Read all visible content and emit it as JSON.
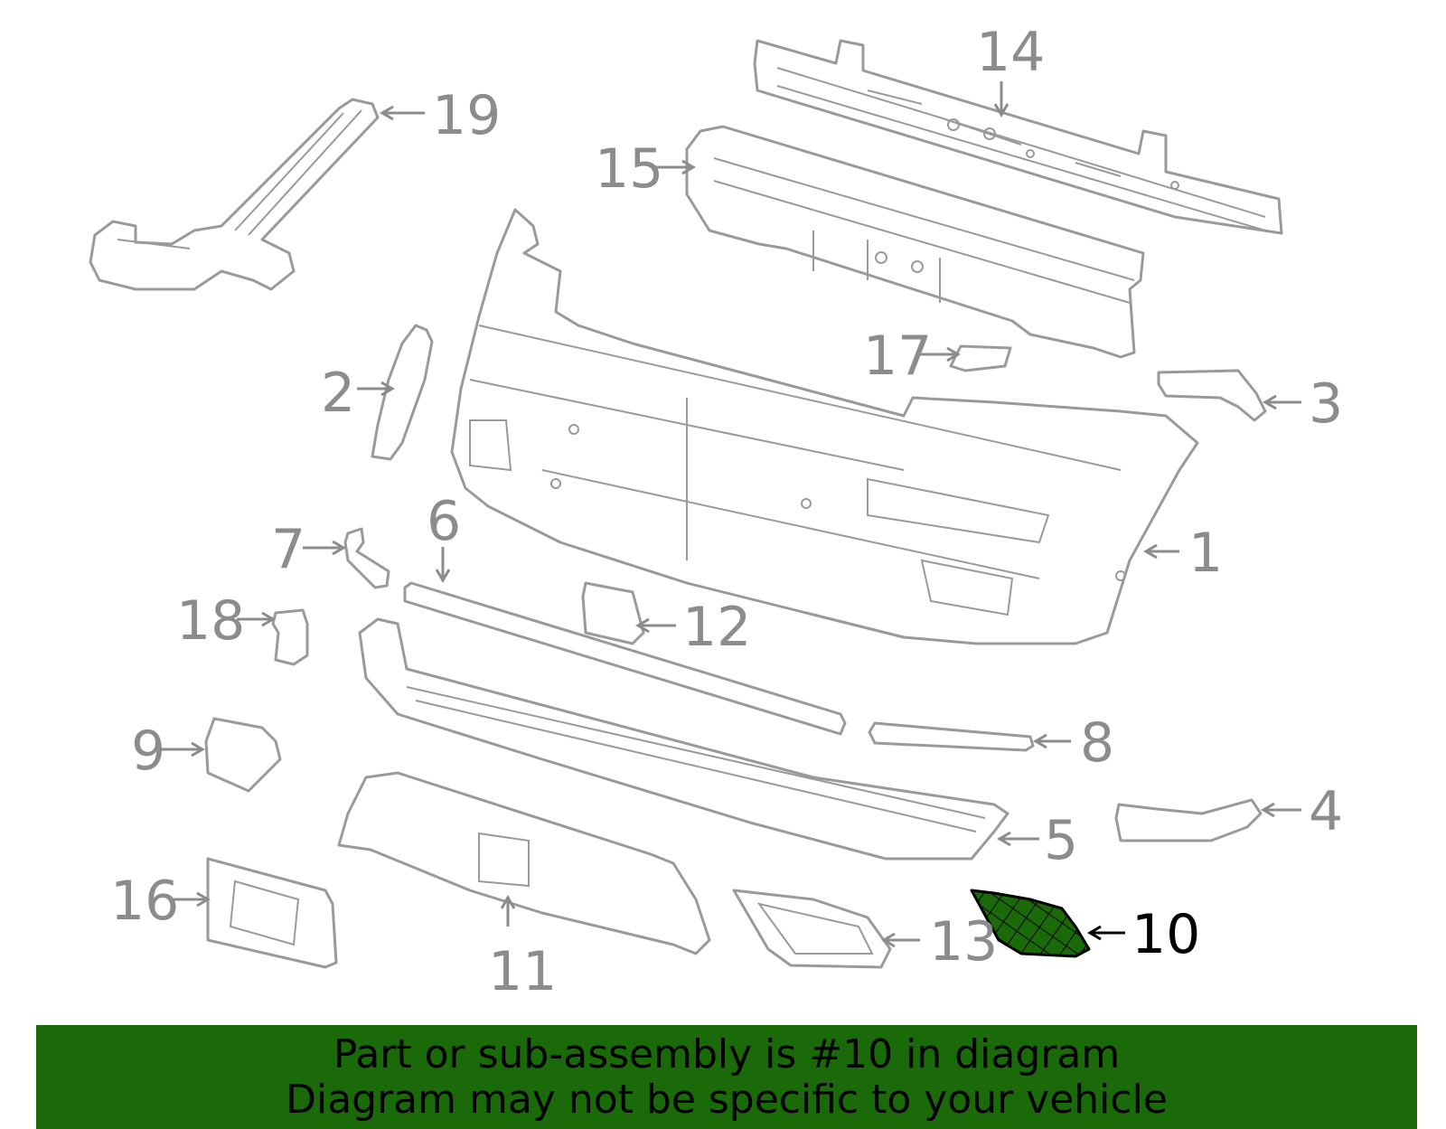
{
  "highlight_color": "#1a6a0a",
  "highlighted_part": "10",
  "callouts": [
    {
      "id": "p1",
      "label": "1"
    },
    {
      "id": "p2",
      "label": "2"
    },
    {
      "id": "p3",
      "label": "3"
    },
    {
      "id": "p4",
      "label": "4"
    },
    {
      "id": "p5",
      "label": "5"
    },
    {
      "id": "p6",
      "label": "6"
    },
    {
      "id": "p7",
      "label": "7"
    },
    {
      "id": "p8",
      "label": "8"
    },
    {
      "id": "p9",
      "label": "9"
    },
    {
      "id": "p10",
      "label": "10"
    },
    {
      "id": "p11",
      "label": "11"
    },
    {
      "id": "p12",
      "label": "12"
    },
    {
      "id": "p13",
      "label": "13"
    },
    {
      "id": "p14",
      "label": "14"
    },
    {
      "id": "p15",
      "label": "15"
    },
    {
      "id": "p16",
      "label": "16"
    },
    {
      "id": "p17",
      "label": "17"
    },
    {
      "id": "p18",
      "label": "18"
    },
    {
      "id": "p19",
      "label": "19"
    }
  ],
  "banner": {
    "line1": "Part or sub-assembly is #10 in diagram",
    "line2": "Diagram may not be specific to your vehicle"
  }
}
